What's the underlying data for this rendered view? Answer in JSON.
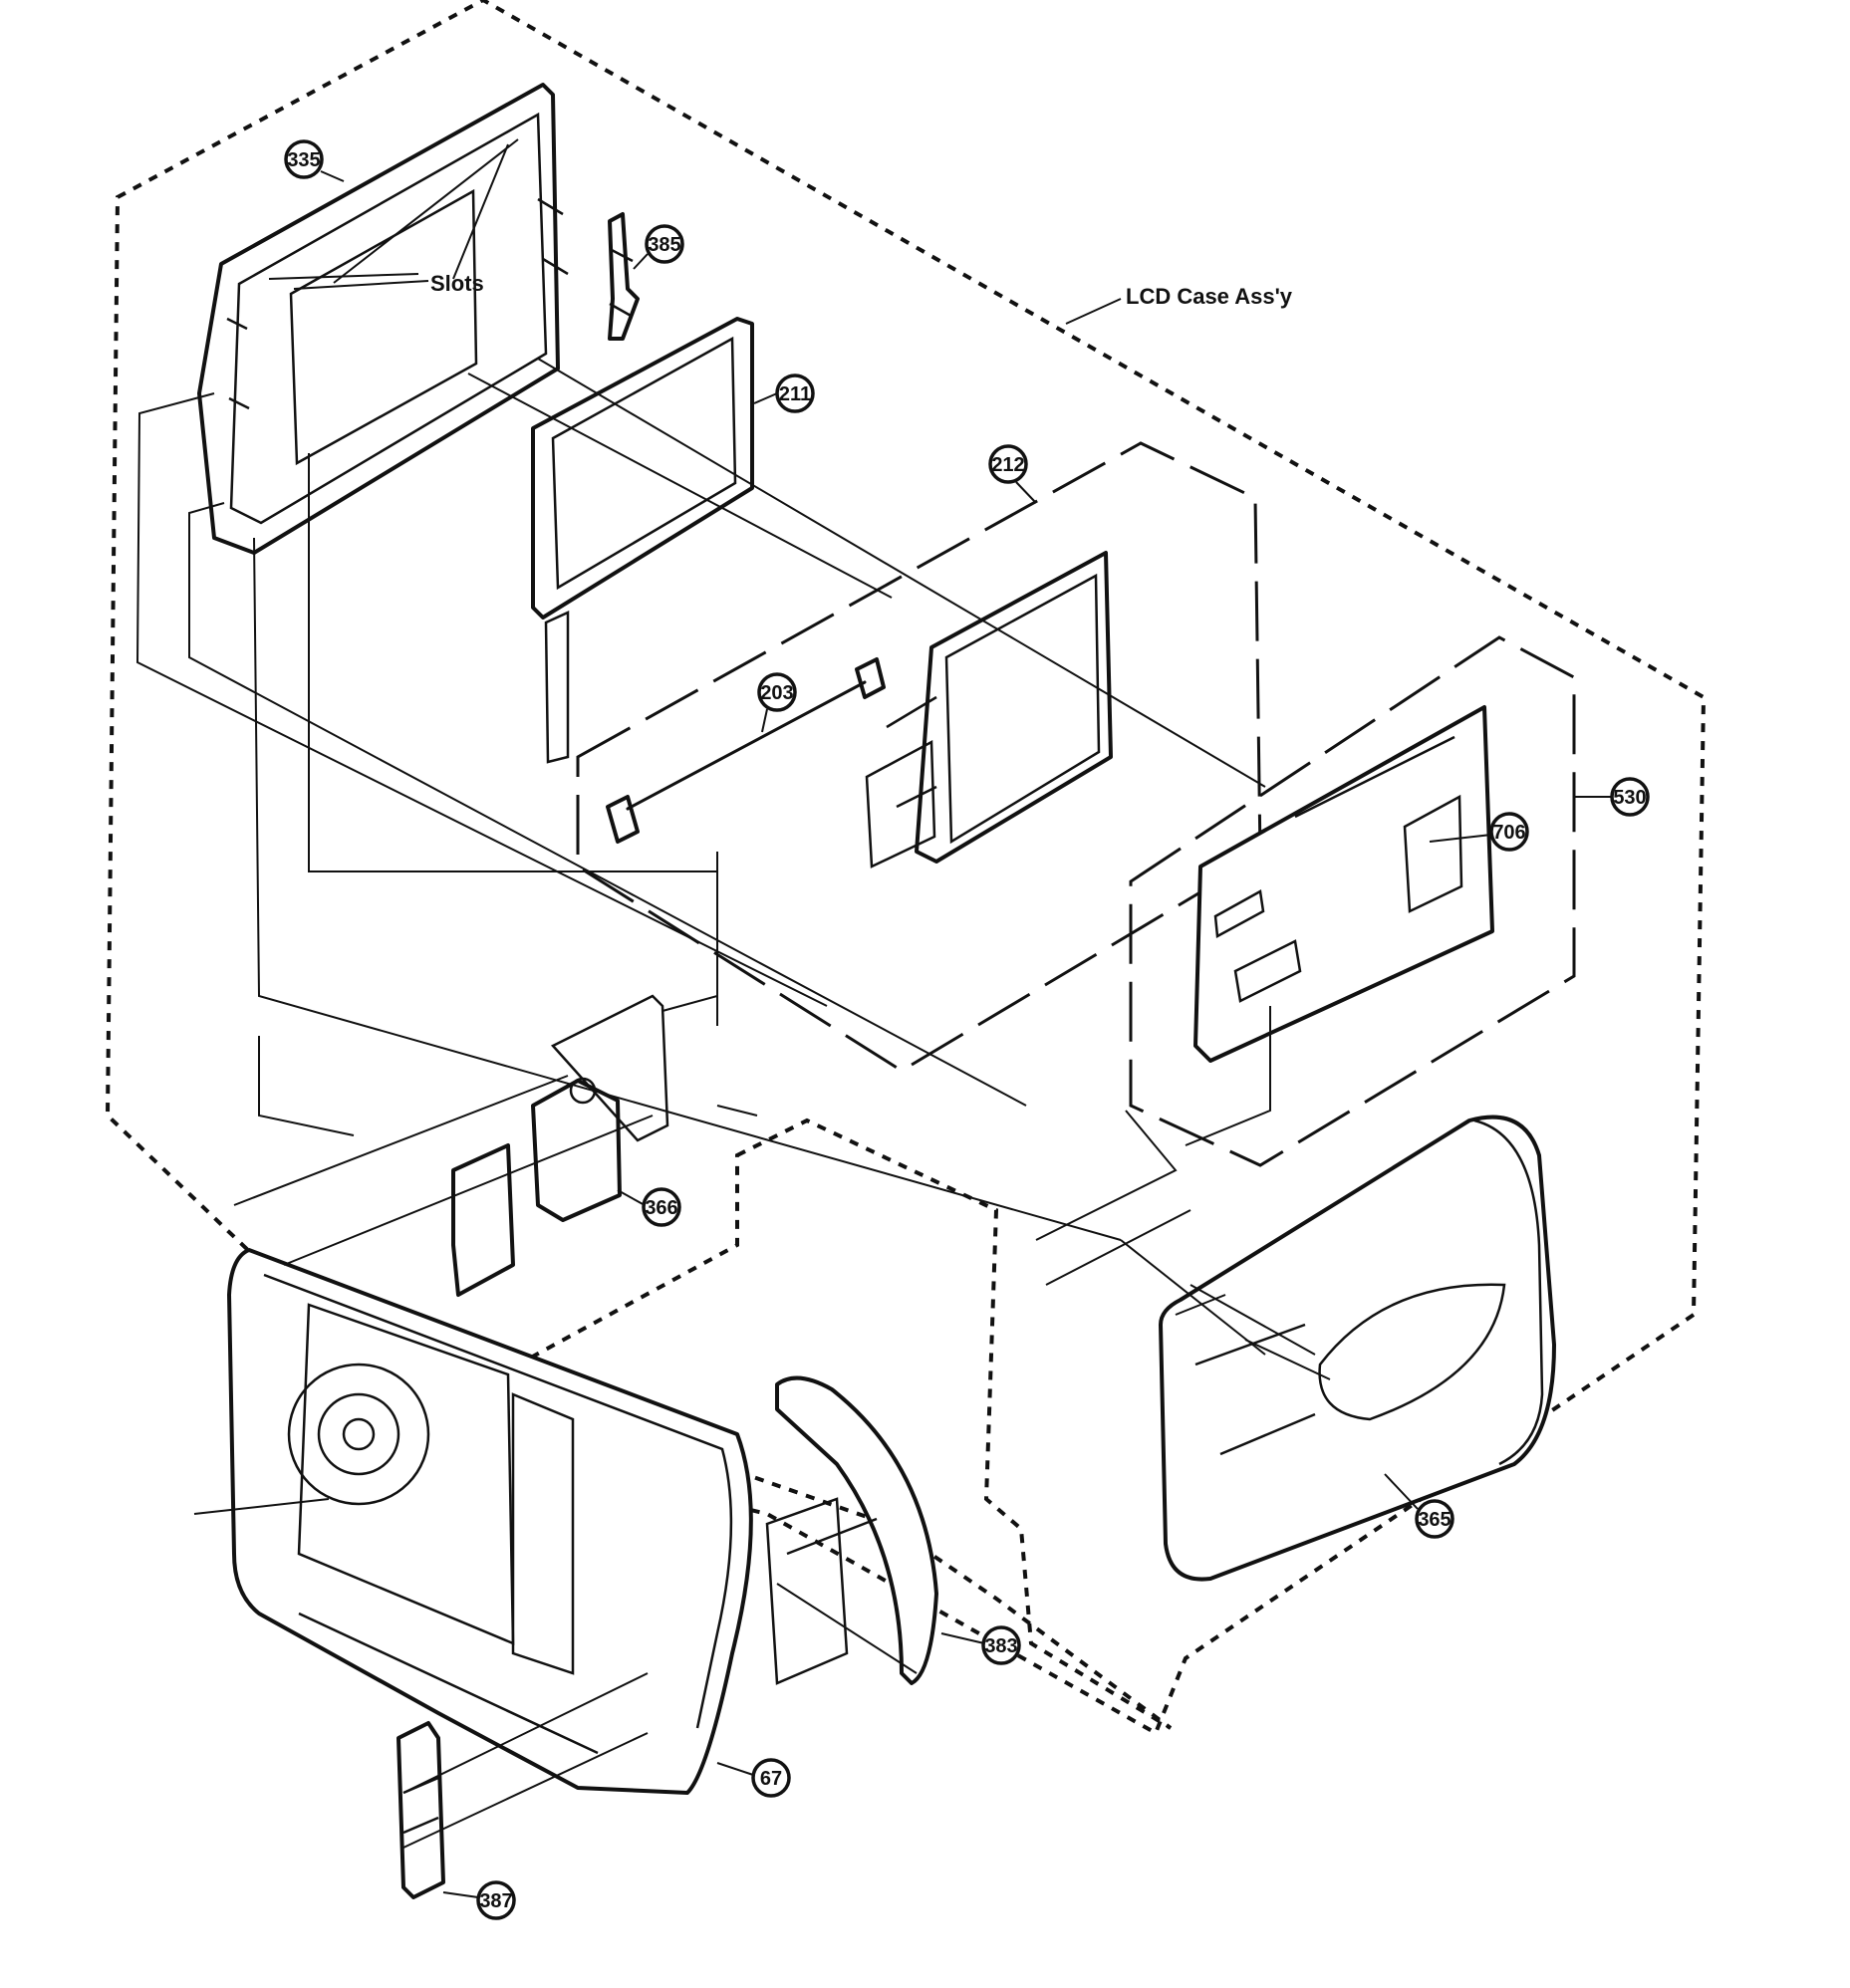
{
  "labels": {
    "lcd_case_assy": "LCD Case Ass'y",
    "slots": "Slots"
  },
  "callouts": {
    "c335": "335",
    "c385": "385",
    "c211": "211",
    "c212": "212",
    "c203": "203",
    "c530": "530",
    "c706": "706",
    "c366": "366",
    "c365": "365",
    "c383": "383",
    "c67": "67",
    "c387": "387"
  }
}
